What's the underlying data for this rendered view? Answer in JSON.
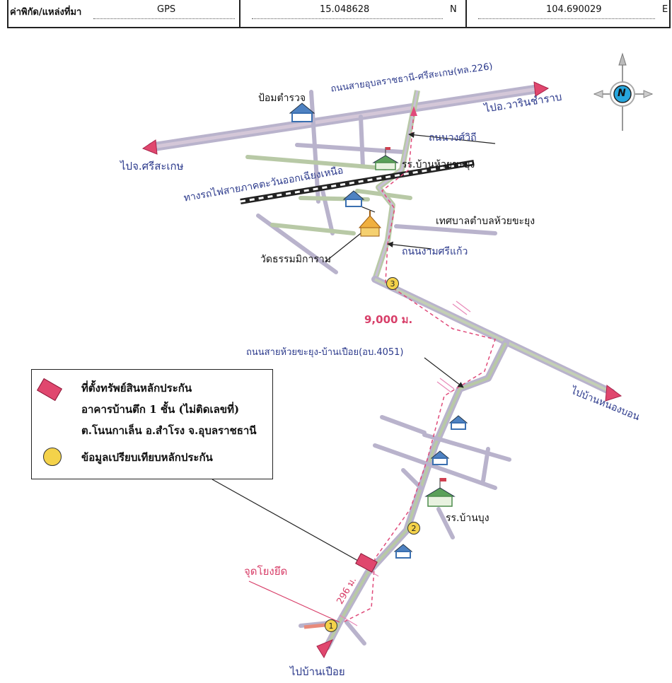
{
  "header": {
    "label": "ค่าพิกัด/แหล่งที่มา",
    "source": "GPS",
    "latitude": "15.048628",
    "lat_dir": "N",
    "longitude": "104.690029",
    "lon_dir": "E"
  },
  "compass": {
    "letter": "N"
  },
  "roads": {
    "main_north": "ถนนสายอุบลราชธานี-ศรีสะเกษ(ทล.226)",
    "to_warin": "ไปอ.วารินชำราบ",
    "to_sisaket": "ไปจ.ศรีสะเกษ",
    "wongwithi": "ถนนวงศ์วิถี",
    "railway": "ทางรถไฟสายภาคตะวันออกเฉียงเหนือ",
    "ngam_srikaew": "ถนนงามศรีแก้ว",
    "huai_khayung_ban_pueai": "ถนนสายห้วยขะยุง-บ้านเปือย(อบ.4051)",
    "to_nong_bon": "ไปบ้านหนองบอน",
    "to_ban_pueai": "ไปบ้านเปือย"
  },
  "places": {
    "police_box": "ป้อมตำรวจ",
    "school_huai_khayung": "รร.บ้านห้วยขะยุง",
    "municipality": "เทศบาลตำบลห้วยขะยุง",
    "temple": "วัดธรรมมิการาม",
    "school_ban_bung": "รร.บ้านบุง",
    "reference_point": "จุดโยงยึด"
  },
  "distances": {
    "long": "9,000 ม.",
    "short": "296 ม."
  },
  "markers": [
    "1",
    "2",
    "3"
  ],
  "legend": {
    "property_line1": "ที่ตั้งทรัพย์สินหลักประกัน",
    "property_line2": "อาคารบ้านตึก 1 ชั้น (ไม่ติดเลขที่)",
    "property_line3": "ต.โนนกาเล็น  อ.สำโรง จ.อุบลราชธานี",
    "comparable": "ข้อมูลเปรียบเทียบหลักประกัน"
  },
  "colors": {
    "road": "#b9b3cc",
    "road_green": "#b8c9a6",
    "route": "#e04a7a",
    "arrow": "#e0476e",
    "label_blue": "#2c3a8c",
    "marker_yellow": "#f4d24a",
    "house_blue": "#3a6fb0"
  }
}
